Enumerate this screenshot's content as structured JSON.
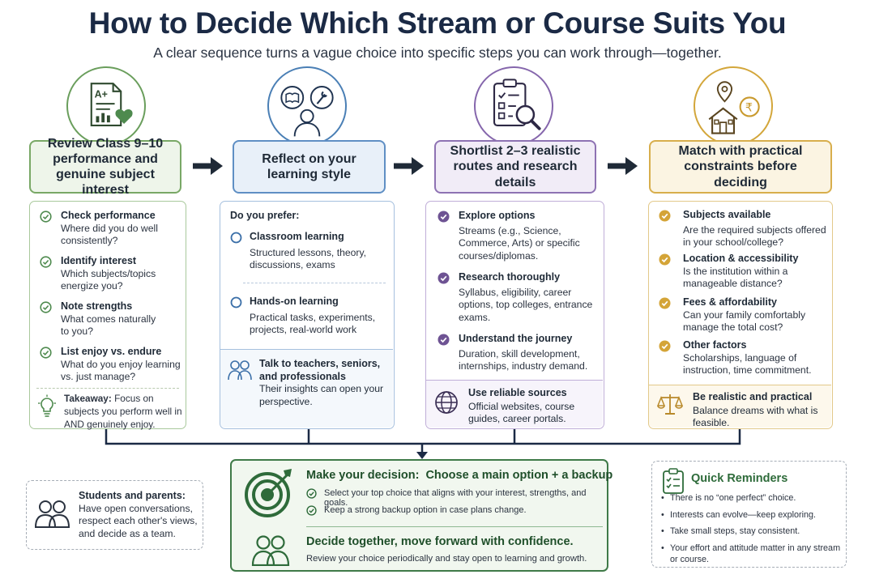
{
  "title": "How to Decide Which Stream or Course Suits You",
  "subtitle": "A clear sequence turns a vague choice into specific steps you can work through—together.",
  "colors": {
    "green": "#4e8a4e",
    "blue": "#3b6fa8",
    "purple": "#7a5a9e",
    "gold": "#c99a2e",
    "dark": "#1b2a45",
    "decision": "#2e6b3a"
  },
  "steps": [
    {
      "heading": "Review Class 9–10 performance and genuine subject interest",
      "items": [
        {
          "title": "Check performance",
          "desc": "Where did you do well consistently?"
        },
        {
          "title": "Identify interest",
          "desc": "Which subjects/topics energize you?"
        },
        {
          "title": "Note strengths",
          "desc": "What comes naturally to you?"
        },
        {
          "title": "List enjoy vs. endure",
          "desc": "What do you enjoy learning vs. just manage?"
        }
      ],
      "takeaway_label": "Takeaway:",
      "takeaway_text": "Focus on subjects you perform well in AND genuinely enjoy."
    },
    {
      "heading": "Reflect on your learning style",
      "prompt": "Do you prefer:",
      "items": [
        {
          "title": "Classroom learning",
          "desc": "Structured lessons, theory, discussions, exams"
        },
        {
          "title": "Hands-on learning",
          "desc": "Practical tasks, experiments, projects, real-world work"
        }
      ],
      "footer_title": "Talk to teachers, seniors, and professionals",
      "footer_text": "Their insights can open your perspective."
    },
    {
      "heading": "Shortlist 2–3 realistic routes and research details",
      "items": [
        {
          "title": "Explore options",
          "desc": "Streams (e.g., Science, Commerce, Arts) or specific courses/diplomas."
        },
        {
          "title": "Research thoroughly",
          "desc": "Syllabus, eligibility, career options, top colleges, entrance exams."
        },
        {
          "title": "Understand the journey",
          "desc": "Duration, skill development, internships, industry demand."
        }
      ],
      "footer_title": "Use reliable sources",
      "footer_text": "Official websites, course guides, career portals."
    },
    {
      "heading": "Match with practical constraints before deciding",
      "items": [
        {
          "title": "Subjects available",
          "desc": "Are the required subjects offered in your school/college?"
        },
        {
          "title": "Location & accessibility",
          "desc": "Is the institution within a manageable distance?"
        },
        {
          "title": "Fees & affordability",
          "desc": "Can your family comfortably manage the total cost?"
        },
        {
          "title": "Other factors",
          "desc": "Scholarships, language of instruction, time commitment."
        }
      ],
      "footer_title": "Be realistic and practical",
      "footer_text": "Balance dreams with what is feasible."
    }
  ],
  "icons": {
    "step1": "report-card-heart-icon",
    "step2": "learning-style-person-icon",
    "step3": "checklist-magnifier-icon",
    "step4": "location-home-rupee-icon"
  },
  "decision": {
    "heading": "Make your decision:  Choose a main option + a backup",
    "points": [
      "Select your top choice that aligns with your interest, strengths, and goals.",
      "Keep a strong backup option in case plans change."
    ],
    "together_title": "Decide together, move forward with confidence.",
    "together_text": "Review your choice periodically and stay open to learning and growth."
  },
  "parents": {
    "title": "Students and parents:",
    "text": "Have open conversations, respect each other's views, and decide as a team."
  },
  "reminders": {
    "title": "Quick Reminders",
    "items": [
      "There is no “one perfect” choice.",
      "Interests can evolve—keep exploring.",
      "Take small steps, stay consistent.",
      "Your effort and attitude matter in any stream or course."
    ]
  }
}
